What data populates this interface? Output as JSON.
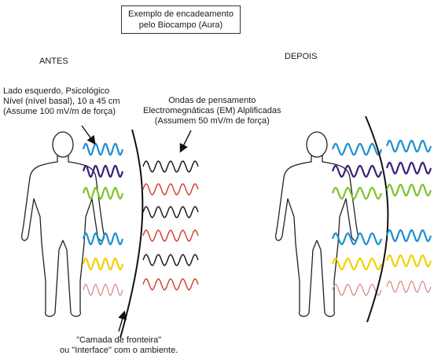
{
  "title": {
    "line1": "Exemplo de encadeamento",
    "line2": "pelo Biocampo (Aura)"
  },
  "labels": {
    "before": "ANTES",
    "after": "DEPOIS",
    "left_note": [
      "Lado esquerdo, Psicológico",
      "Nível (nível basal), 10 a 45 cm",
      "(Assume 100 mV/m de força)"
    ],
    "waves_note": [
      "Ondas de pensamento",
      "Electromegnáticas (EM) Alplificadas",
      "(Assumem 50 mV/m de força)"
    ],
    "boundary_note": [
      "\"Camada de fronteira\"",
      "ou \"Interface\" com o ambiente."
    ]
  },
  "colors": {
    "blue": "#1e8fd0",
    "indigo": "#3a1f7a",
    "green": "#7cc42b",
    "yellow": "#f2d100",
    "pink": "#d98080",
    "red": "#d23a2a",
    "black": "#111111"
  },
  "panels": {
    "before": {
      "inner_waves": [
        "blue",
        "indigo",
        "green",
        "blue",
        "yellow",
        "pink"
      ],
      "outer_waves": [
        "black",
        "red",
        "black",
        "red",
        "black",
        "red"
      ]
    },
    "after": {
      "inner_waves": [
        "blue",
        "indigo",
        "green",
        "blue",
        "yellow",
        "pink"
      ],
      "outer_waves": [
        "blue",
        "indigo",
        "green",
        "blue",
        "yellow",
        "pink"
      ]
    }
  }
}
